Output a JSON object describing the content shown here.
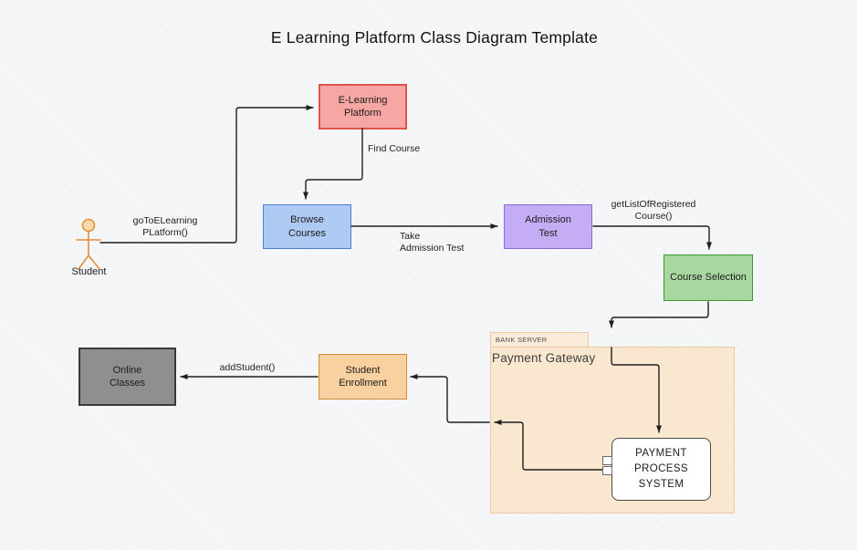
{
  "title": "E Learning Platform Class Diagram Template",
  "nodes": {
    "elearning_platform": {
      "label": "E-Learning\nPlatform",
      "fill": "#f7a7a3",
      "border": "#dd5348"
    },
    "browse_courses": {
      "label": "Browse\nCourses",
      "fill": "#aecaf3",
      "border": "#4d80d2"
    },
    "admission_test": {
      "label": "Admission\nTest",
      "fill": "#c4adf4",
      "border": "#8a6ad6"
    },
    "course_selection": {
      "label": "Course Selection",
      "fill": "#a9d7a0",
      "border": "#3f9637"
    },
    "online_classes": {
      "label": "Online\nClasses",
      "fill": "#8f8f8f",
      "border": "#3a3a3a"
    },
    "student_enrollment": {
      "label": "Student\nEnrollment",
      "fill": "#f9d1a1",
      "border": "#d28d3b"
    },
    "payment_process_system": {
      "label": "PAYMENT\nPROCESS\nSYSTEM",
      "fill": "#ffffff",
      "border": "#4a4a4a"
    }
  },
  "actor": {
    "label": "Student",
    "color": "#e2913c"
  },
  "bank_server_container": {
    "tab_label": "BANK SERVER",
    "title": "Payment Gateway",
    "fill": "#fae7cf",
    "border": "#e9caa2"
  },
  "edge_labels": {
    "go_to_platform": "goToELearning\nPLatform()",
    "find_course": "Find Course",
    "take_admission_test": "Take\nAdmission Test",
    "get_list_of_registered_course": "getListOfRegistered\nCourse()",
    "add_student": "addStudent()"
  },
  "connector_color": "#1f1f1f"
}
